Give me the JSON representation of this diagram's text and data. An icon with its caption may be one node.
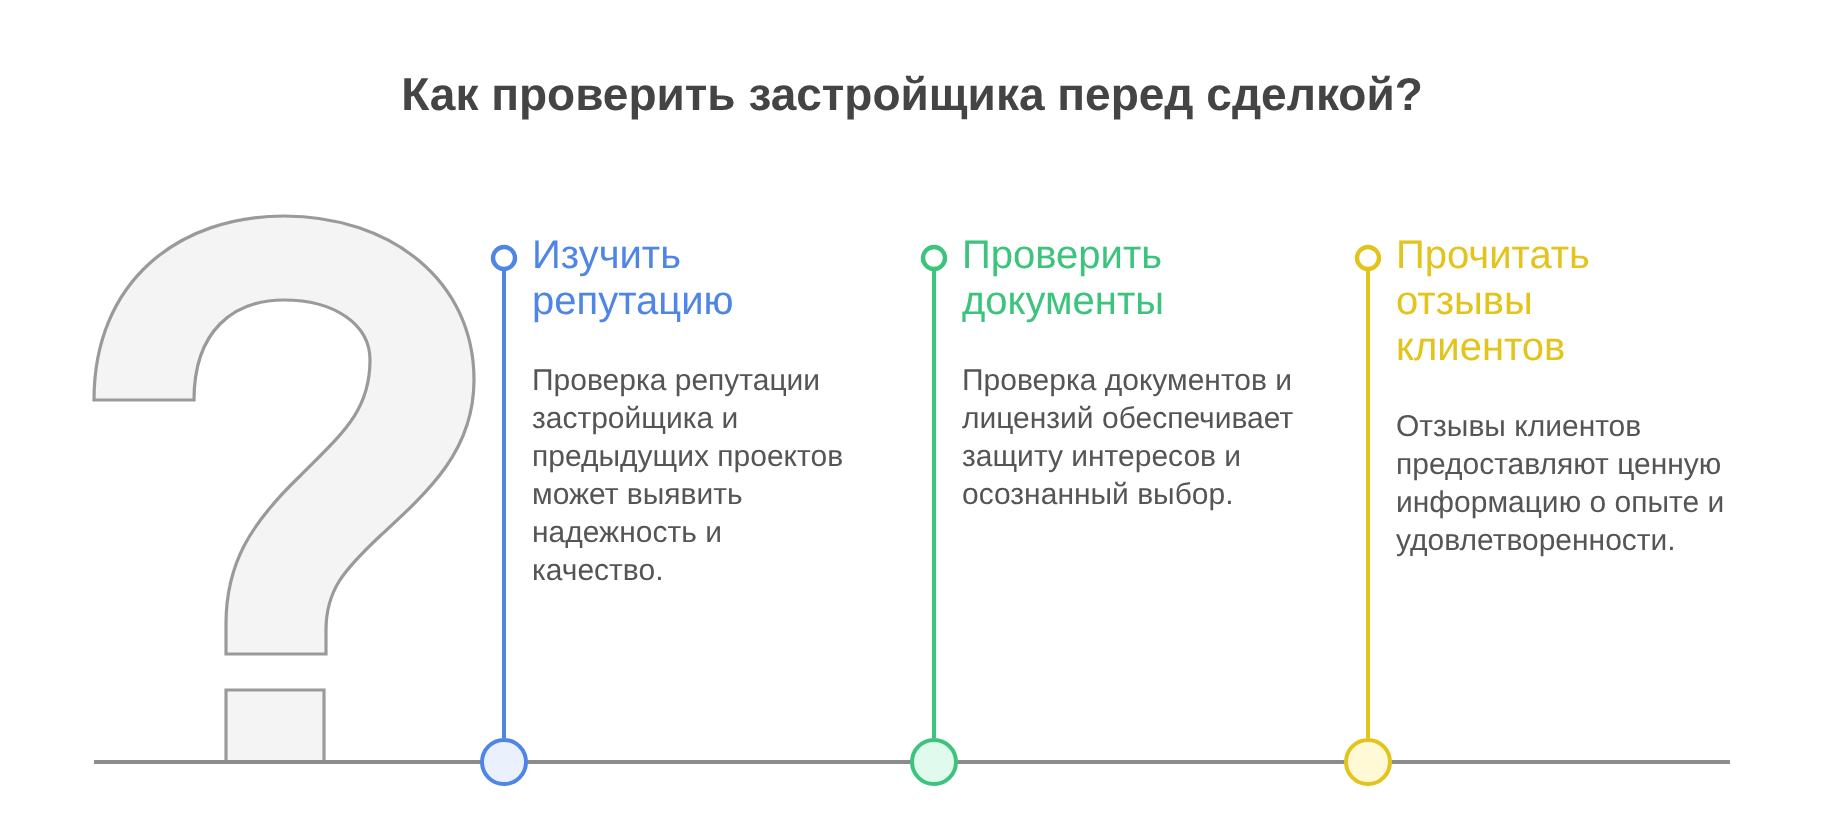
{
  "diagram": {
    "title": "Как проверить застройщика перед сделкой?",
    "nodes": [
      {
        "text": [
          "Изучить репутацию",
          "Проверка репутации застройщика и предыдущих проектов может выявить надежность и качество."
        ]
      },
      {
        "text": [
          "Проверить документы",
          "Проверка документов и лицензий обеспечивает защиту интересов и осознанный выбор."
        ]
      },
      {
        "text": [
          "Прочитать отзывы клиентов",
          "Отзывы клиентов предоставляют ценную информацию о опыте и удовлетворенности."
        ]
      },
      {
        "text": [],
        "shape": "circle"
      },
      {
        "text": [],
        "shape": "circle"
      },
      {
        "text": [],
        "shape": "circle"
      }
    ],
    "edges": [
      {
        "from": 3,
        "to": 0,
        "arrow": "other",
        "color": "#4f86e6"
      },
      {
        "from": 4,
        "to": 1,
        "arrow": "other",
        "color": "#3cc47d"
      },
      {
        "from": 5,
        "to": 2,
        "arrow": "other",
        "color": "#e2c41c"
      }
    ]
  }
}
